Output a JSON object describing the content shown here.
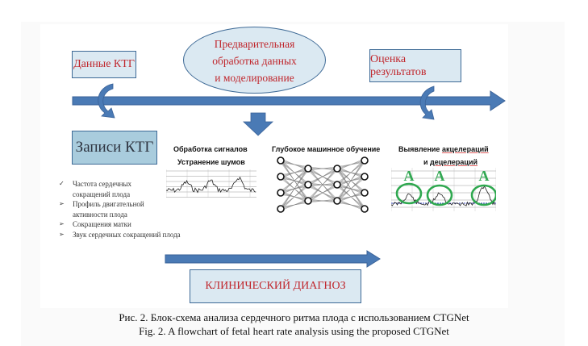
{
  "diagram": {
    "top_boxes": {
      "ctg_data": "Данные КТГ",
      "preprocessing": [
        "Предварительная",
        "обработка данных",
        "и моделирование"
      ],
      "evaluation": "Оценка результатов"
    },
    "ctg_records": "Записи КТГ",
    "bullets": [
      {
        "mark": "✓",
        "lines": [
          "Частота сердечных",
          "сокращений плода"
        ]
      },
      {
        "mark": "➢",
        "lines": [
          "Профиль двигательной",
          "активности плода"
        ]
      },
      {
        "mark": "➢",
        "lines": [
          "Сокращения матки"
        ]
      },
      {
        "mark": "➢",
        "lines": [
          "Звук сердечных сокращений плода"
        ]
      }
    ],
    "stages": {
      "signal_processing": "Обработка сигналов",
      "noise_removal": "Устранение шумов",
      "deep_learning": "Глубокое машинное обучение",
      "detection_line1_prefix": "Выявление ",
      "detection_line1_word": "акцелераций",
      "detection_line2_prefix": "и ",
      "detection_line2_word": "децелераций",
      "acceleration_marker": "A"
    },
    "diagnosis": "КЛИНИЧЕСКИЙ ДИАГНОЗ",
    "colors": {
      "arrow_blue": "#4a7ab5",
      "box_fill": "#dbe9f2",
      "records_fill": "#a9ccdd",
      "text_red": "#c0272d",
      "circle_green": "#2fa84f",
      "letter_green": "#33a853"
    }
  },
  "caption": {
    "ru": "Рис. 2. Блок-схема анализа сердечного ритма плода с использованием CTGNet",
    "en": "Fig. 2. A flowchart of fetal heart rate analysis using the proposed CTGNet"
  }
}
